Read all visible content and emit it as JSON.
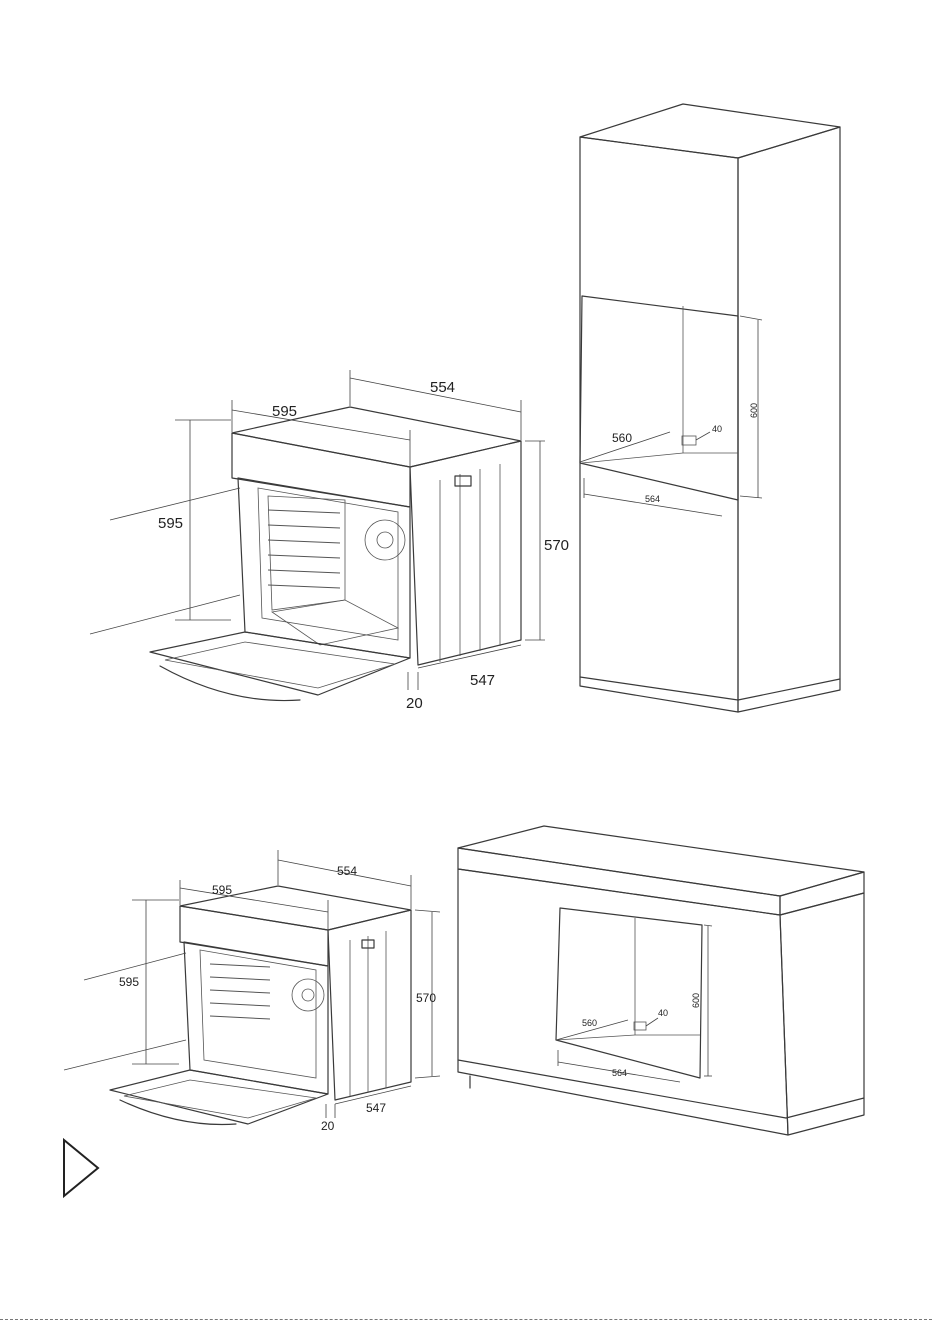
{
  "oven_top": {
    "width_label": "595",
    "depth_label": "554",
    "height_label": "595",
    "body_height_label": "570",
    "body_depth_label": "547",
    "panel_label": "20"
  },
  "column_niche": {
    "depth_label": "560",
    "width_label": "564",
    "height_label": "600",
    "vent_label": "40"
  },
  "oven_bottom": {
    "width_label": "595",
    "depth_label": "554",
    "height_label": "595",
    "body_height_label": "570",
    "body_depth_label": "547",
    "panel_label": "20"
  },
  "counter_niche": {
    "depth_label": "560",
    "width_label": "564",
    "height_label": "600",
    "vent_label": "40"
  },
  "nav_icon": "triangle-arrow-icon"
}
